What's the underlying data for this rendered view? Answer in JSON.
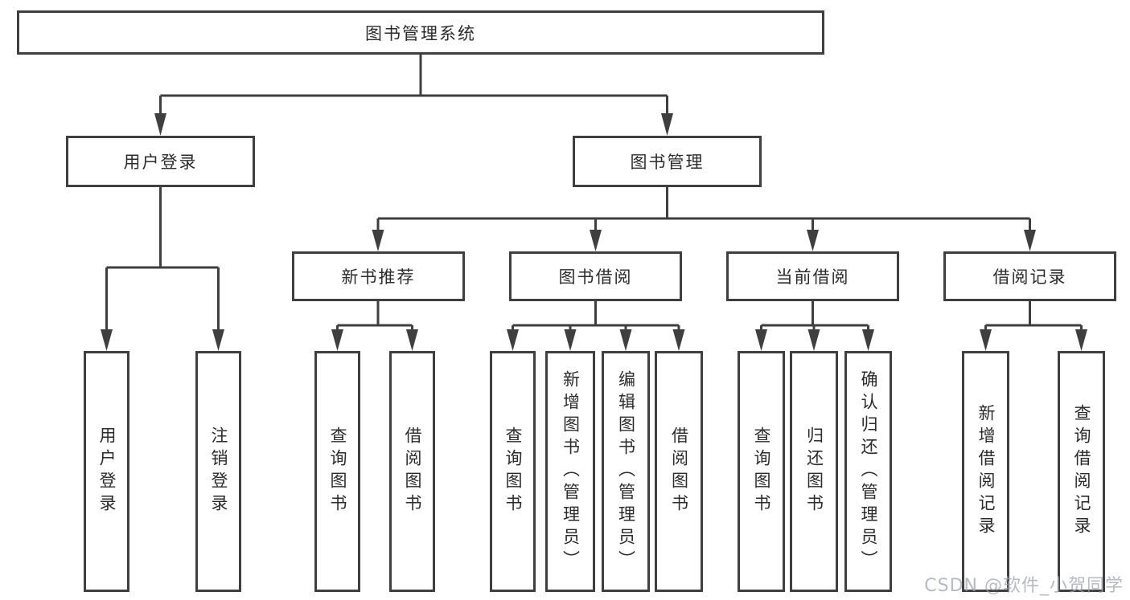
{
  "diagram": {
    "type": "hierarchy-tree",
    "nodes": {
      "root": "图书管理系统",
      "level2": [
        "用户登录",
        "图书管理"
      ],
      "level3": [
        "新书推荐",
        "图书借阅",
        "当前借阅",
        "借阅记录"
      ],
      "leaves": [
        "用户登录",
        "注销登录",
        "查询图书",
        "借阅图书",
        "查询图书",
        "新增图书（管理员）",
        "编辑图书（管理员）",
        "借阅图书",
        "查询图书",
        "归还图书",
        "确认归还（管理员）",
        "新增借阅记录",
        "查询借阅记录"
      ]
    },
    "hierarchy": {
      "图书管理系统": [
        "用户登录",
        "图书管理"
      ],
      "用户登录": [
        "用户登录",
        "注销登录"
      ],
      "图书管理": [
        "新书推荐",
        "图书借阅",
        "当前借阅",
        "借阅记录"
      ],
      "新书推荐": [
        "查询图书",
        "借阅图书"
      ],
      "图书借阅": [
        "查询图书",
        "新增图书（管理员）",
        "编辑图书（管理员）",
        "借阅图书"
      ],
      "当前借阅": [
        "查询图书",
        "归还图书",
        "确认归还（管理员）"
      ],
      "借阅记录": [
        "新增借阅记录",
        "查询借阅记录"
      ]
    },
    "watermark": "CSDN @软件_小贺同学",
    "colors": {
      "line": "#3f3f3f",
      "box_border": "#3f3f3f",
      "box_fill": "#ffffff",
      "text": "#2b2b2b",
      "watermark": "#9ea3ad",
      "background": "#ffffff"
    }
  }
}
